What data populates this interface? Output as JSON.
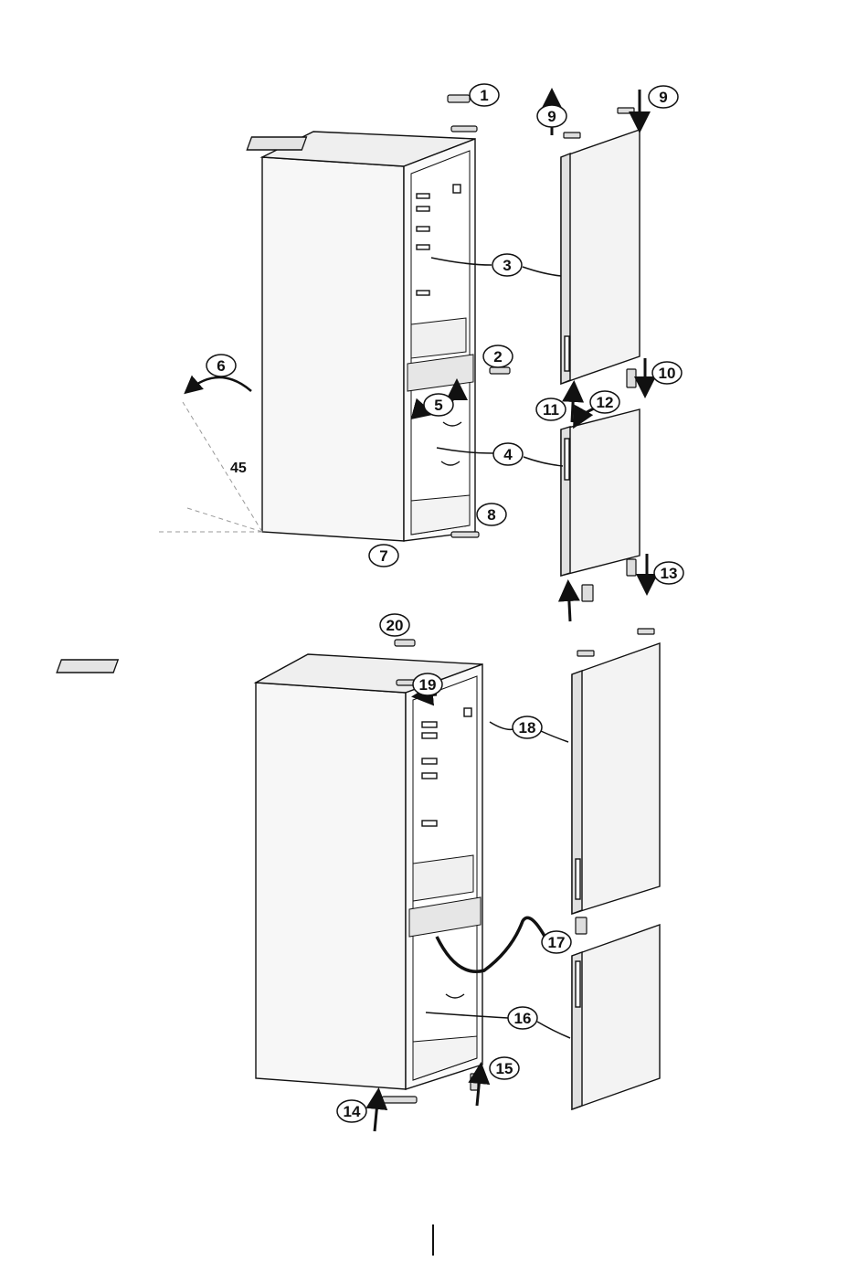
{
  "diagram": {
    "callouts": [
      "1",
      "2",
      "3",
      "4",
      "5",
      "6",
      "7",
      "8",
      "9",
      "9",
      "10",
      "11",
      "12",
      "13",
      "14",
      "15",
      "16",
      "17",
      "18",
      "19",
      "20"
    ],
    "angle_label": "45"
  },
  "colors": {
    "line": "#111111",
    "panel": "#f3f3f3",
    "shade": "#d8d8d8",
    "dash": "#999999"
  }
}
